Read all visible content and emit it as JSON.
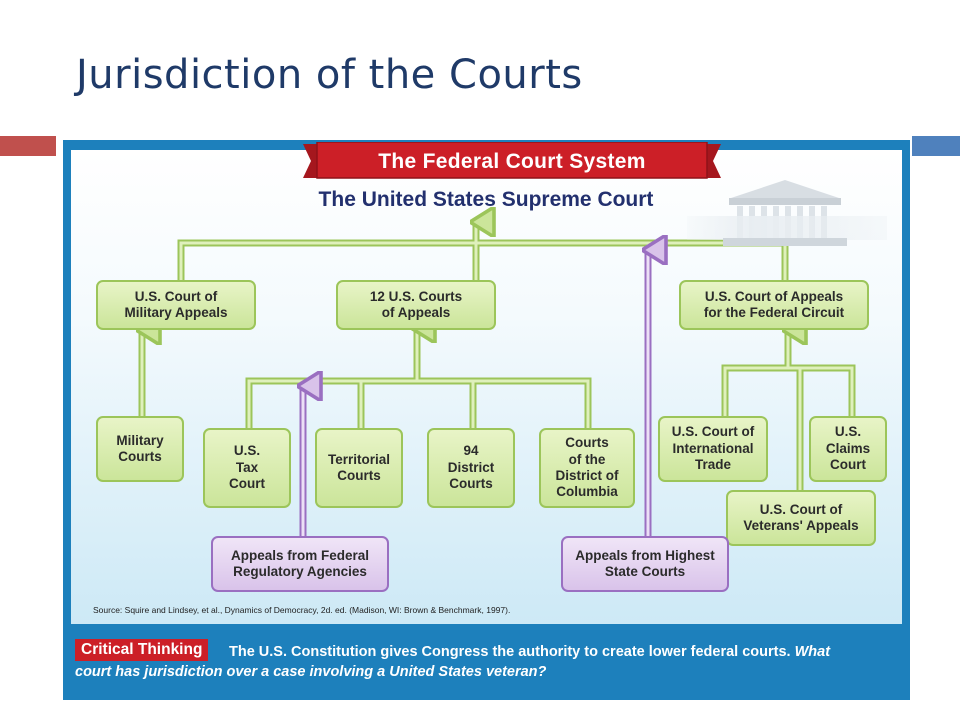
{
  "slide": {
    "title": "Jurisdiction of the Courts"
  },
  "figure": {
    "banner": "The Federal Court System",
    "supreme_court": "The United States Supreme Court",
    "boxes": {
      "military_appeals": "U.S. Court of\nMilitary Appeals",
      "circuit_courts": "12 U.S. Courts\nof Appeals",
      "federal_circuit": "U.S. Court of Appeals\nfor the Federal Circuit",
      "military_courts": "Military\nCourts",
      "tax_court": "U.S.\nTax\nCourt",
      "territorial_courts": "Territorial\nCourts",
      "district_courts": "94\nDistrict\nCourts",
      "dc_courts": "Courts\nof the\nDistrict of\nColumbia",
      "international_trade": "U.S. Court of\nInternational\nTrade",
      "claims_court": "U.S.\nClaims\nCourt",
      "veterans_appeals": "U.S. Court of\nVeterans' Appeals",
      "regulatory_appeals": "Appeals from Federal\nRegulatory Agencies",
      "state_appeals": "Appeals from Highest\nState Courts"
    },
    "source": "Source: Squire and Lindsey, et al., Dynamics of Democracy, 2d. ed. (Madison, WI: Brown & Benchmark, 1997).",
    "critical_thinking": {
      "label": "Critical Thinking",
      "statement": "The U.S. Constitution gives Congress the authority to create lower federal courts.",
      "question": "What court has jurisdiction over a case involving a United States veteran?"
    }
  },
  "colors": {
    "title": "#1f3a68",
    "accent_left": "#c0504d",
    "accent_right": "#4f81bd",
    "frame": "#1d80bc",
    "green_box": "#cbe59a",
    "purple_box": "#d9c3ea",
    "banner": "#cc1f27"
  }
}
